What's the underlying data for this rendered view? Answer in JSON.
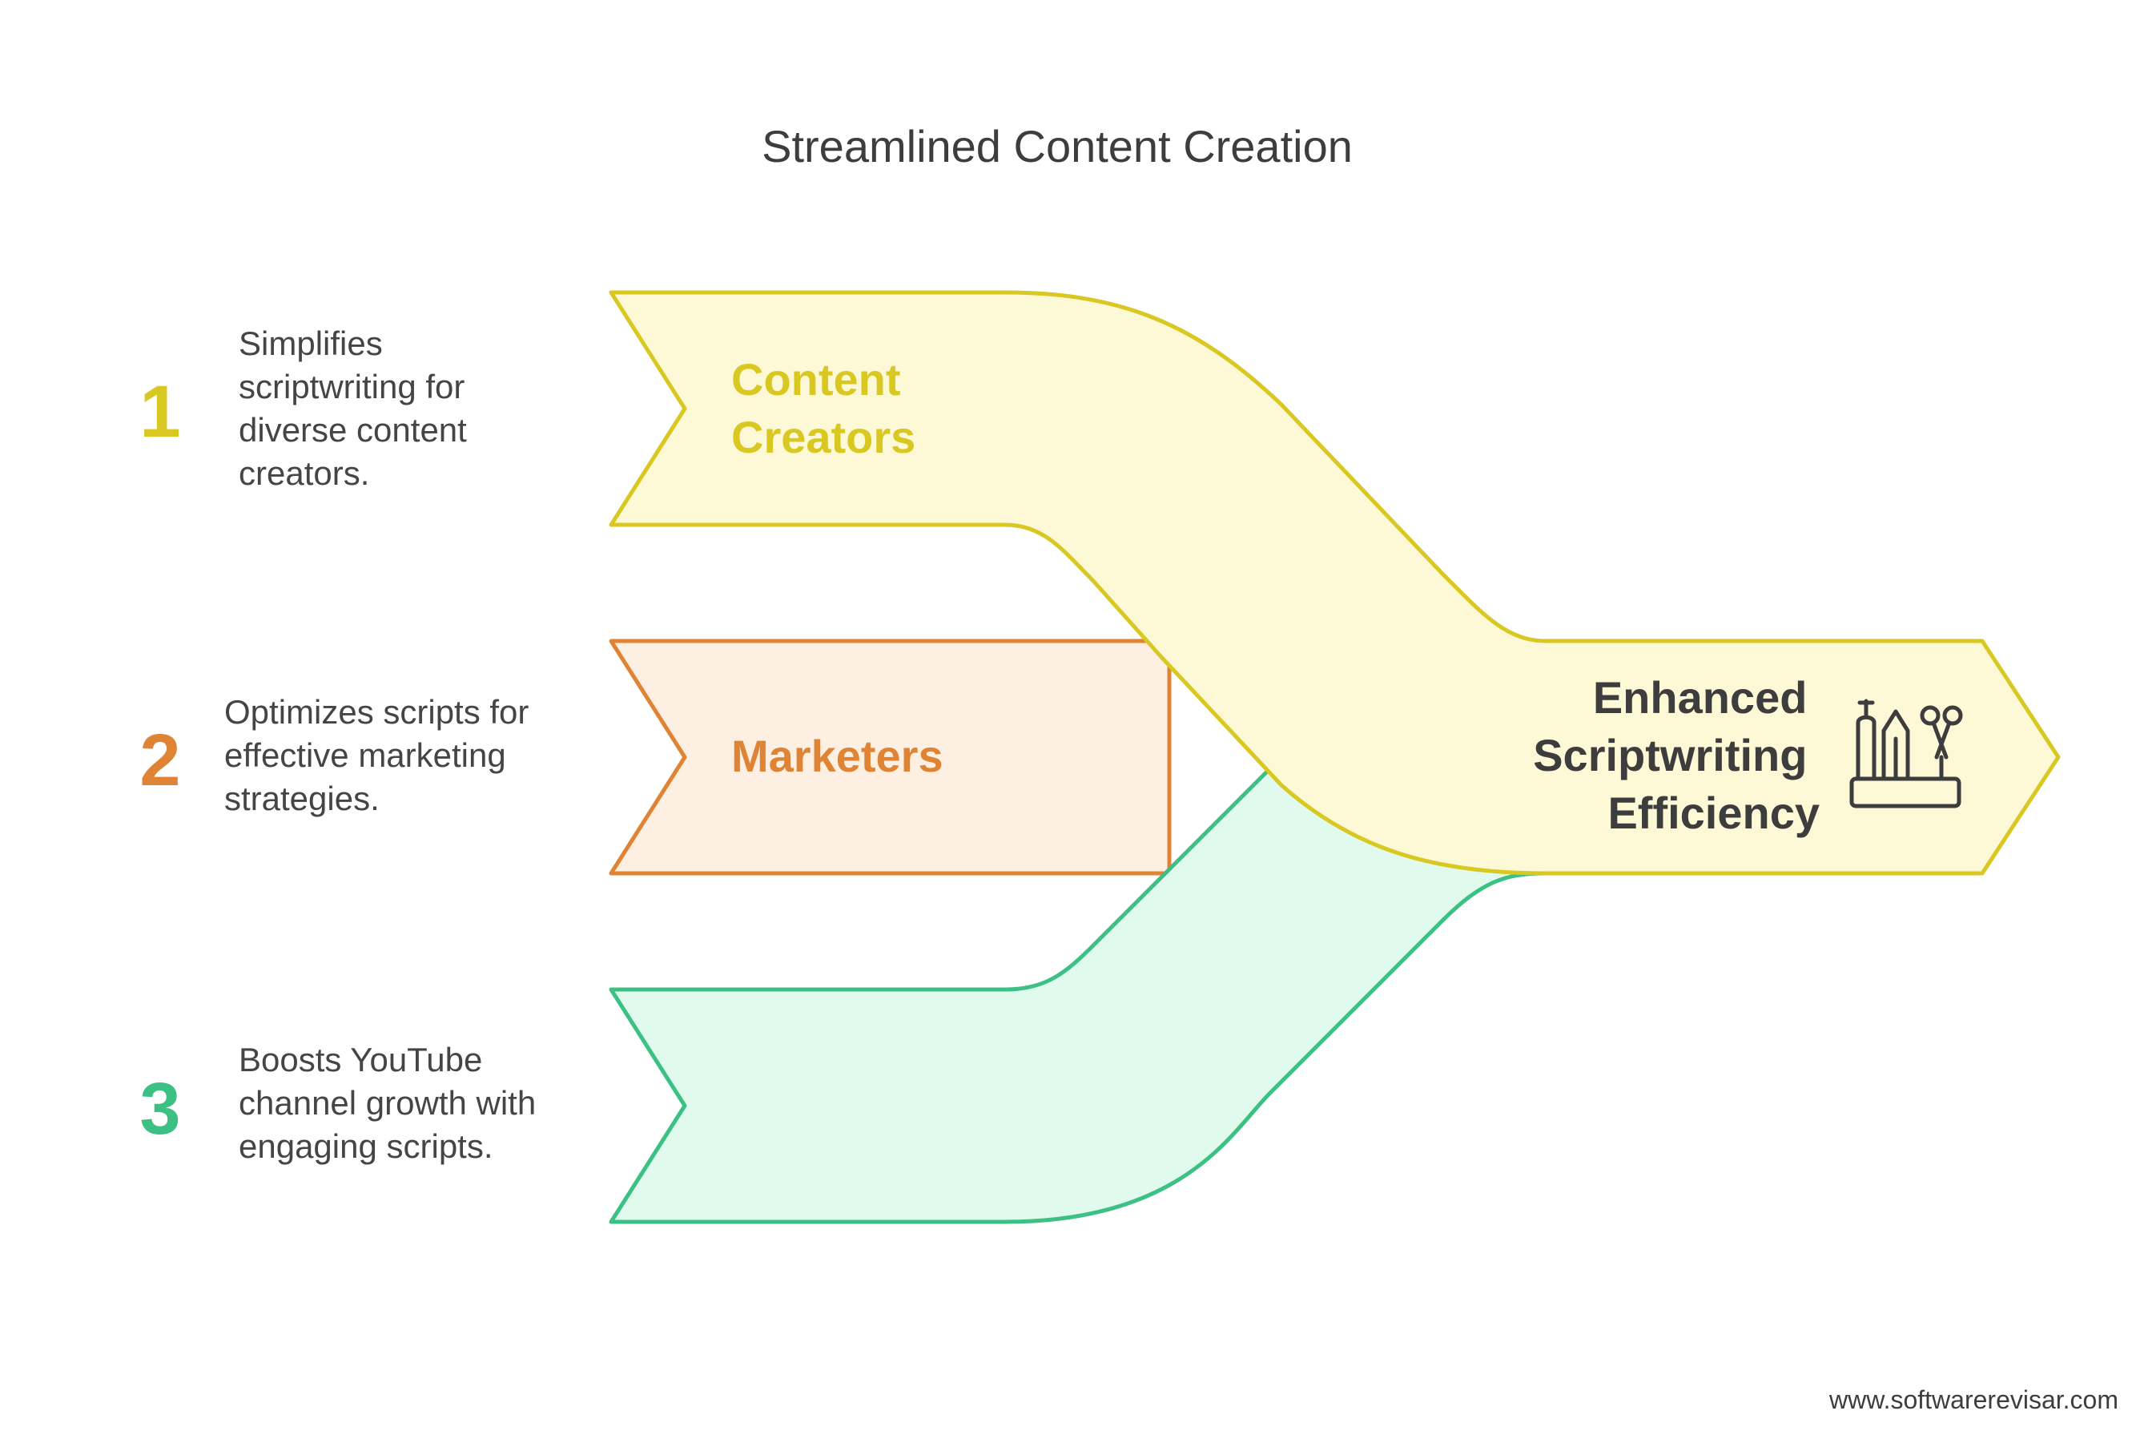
{
  "title": "Streamlined Content Creation",
  "colors": {
    "item1_accent": "#d9c722",
    "item1_fill": "#fdf9d6",
    "item1_stroke": "#d9c722",
    "item2_accent": "#df8434",
    "item2_fill": "#fdf0e3",
    "item2_stroke": "#df8434",
    "item3_accent": "#3cc083",
    "item3_fill": "#e0fbee",
    "item3_stroke": "#3cc083",
    "result_text": "#3d3d3d"
  },
  "items": [
    {
      "number": "1",
      "desc_lines": [
        "Simplifies",
        "scriptwriting for",
        "diverse content",
        "creators."
      ],
      "label_lines": [
        "Content",
        "Creators"
      ]
    },
    {
      "number": "2",
      "desc_lines": [
        "Optimizes scripts for",
        "effective marketing",
        "strategies."
      ],
      "label_lines": [
        "Marketers"
      ]
    },
    {
      "number": "3",
      "desc_lines": [
        "Boosts YouTube",
        "channel growth with",
        "engaging scripts."
      ],
      "label_lines": []
    }
  ],
  "result": {
    "label_lines": [
      "Enhanced",
      "Scriptwriting",
      "Efficiency"
    ],
    "icon": "pencil-cup-scissors-icon"
  },
  "footer": "www.softwarerevisar.com"
}
